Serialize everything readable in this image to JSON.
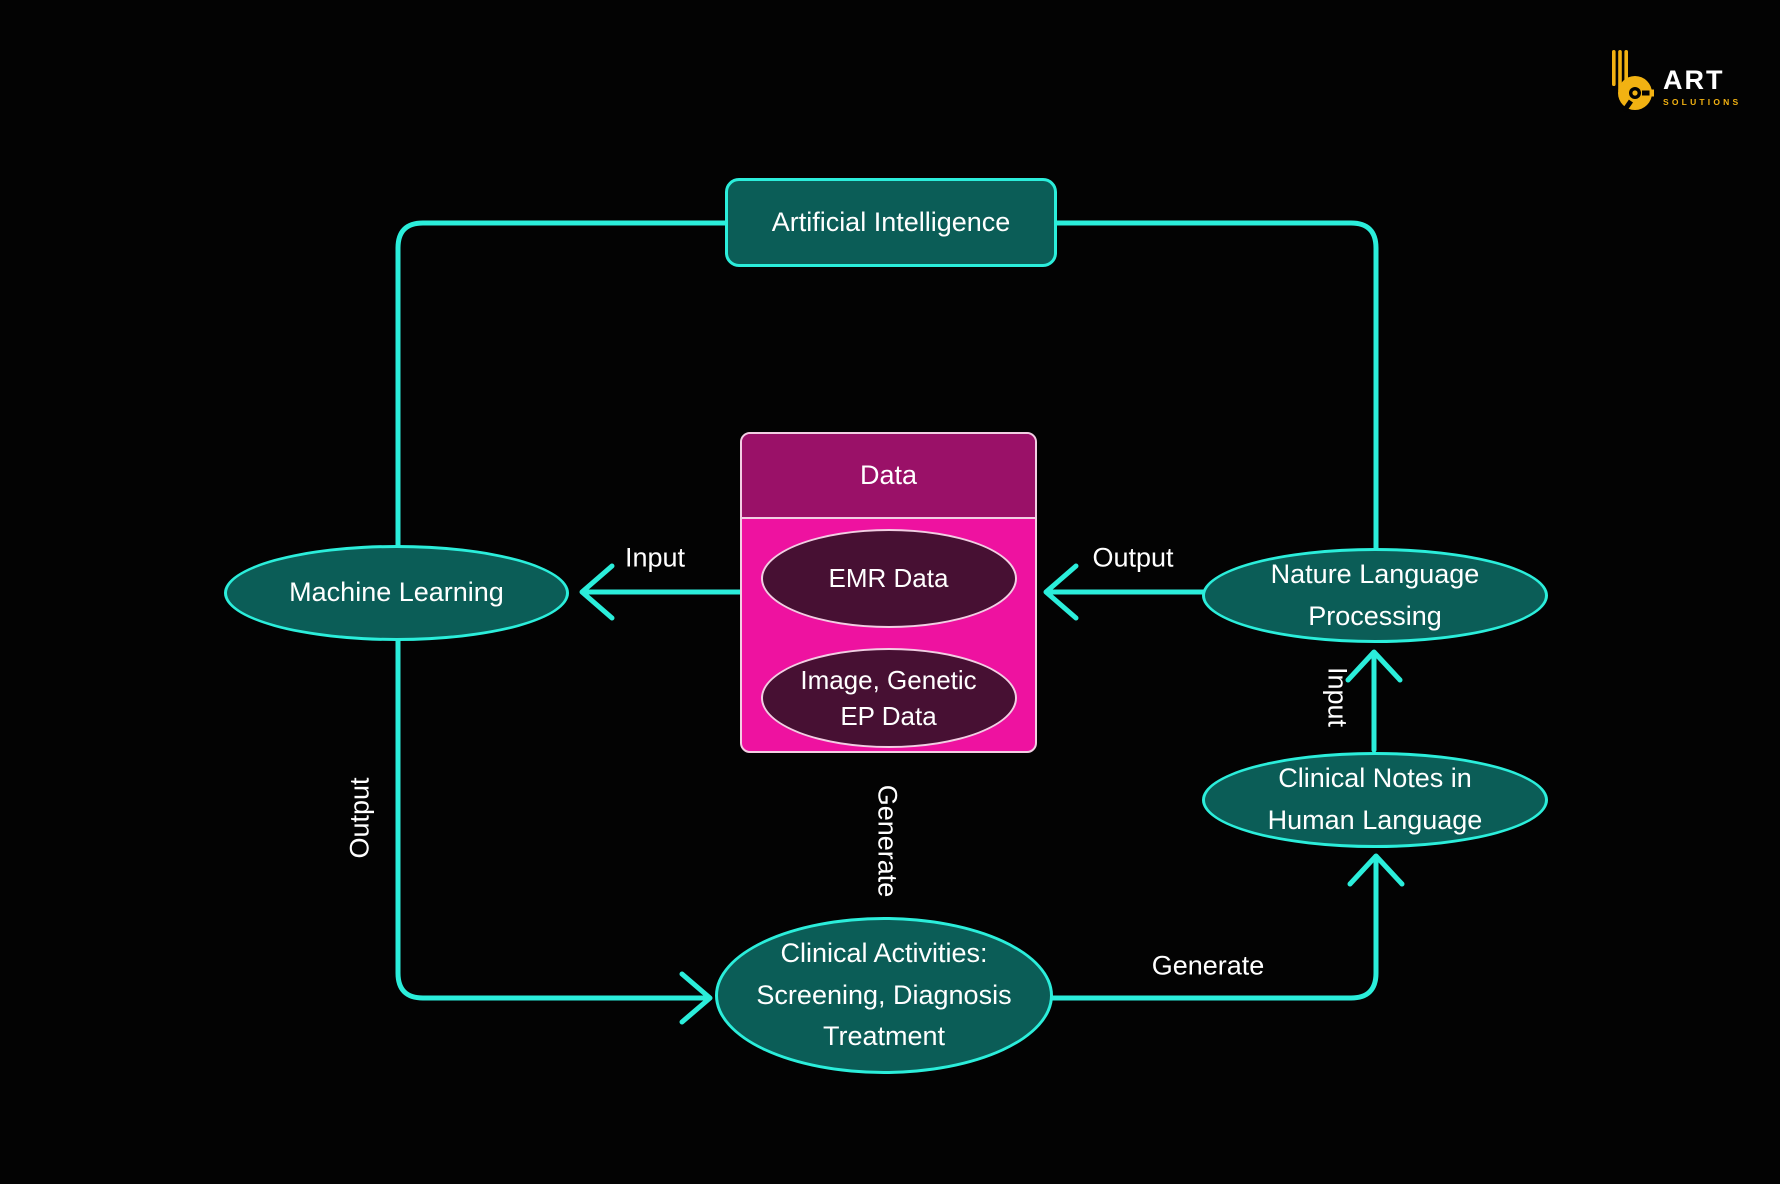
{
  "logo": {
    "brand": "ART",
    "sub": "SOLUTIONS"
  },
  "nodes": {
    "ai": {
      "label": "Artificial Intelligence"
    },
    "ml": {
      "label": "Machine Learning"
    },
    "nlp": {
      "label": "Nature Language Processing"
    },
    "data": {
      "header": "Data",
      "emr": "EMR Data",
      "image_genetic": "Image, Genetic EP Data"
    },
    "clinical_notes": {
      "label": "Clinical Notes in Human Language"
    },
    "clinical_activities": {
      "label": "Clinical Activities: Screening, Diagnosis Treatment"
    }
  },
  "edge_labels": {
    "input_data_to_ml": "Input",
    "output_nlp_to_data": "Output",
    "output_ml_to_activities": "Output",
    "generate_activities_to_data": "Generate",
    "input_notes_to_nlp": "Input",
    "generate_activities_to_notes": "Generate"
  },
  "colors": {
    "background": "#030303",
    "accent_cyan": "#2BEEDB",
    "teal_fill": "#0B5D57",
    "pink_header": "#9A1168",
    "pink_body": "#EE12A0",
    "dark_plum_ellipse": "#471033",
    "pale_pink_border": "#F2CEE3",
    "logo_yellow": "#F2B212",
    "text": "#FFFFFF"
  }
}
